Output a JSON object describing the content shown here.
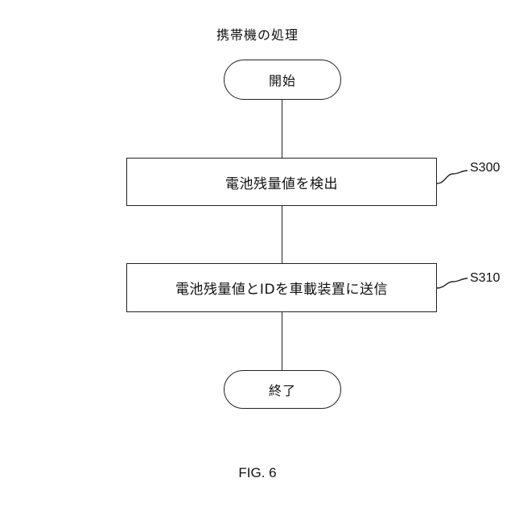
{
  "title": "携帯機の処理",
  "nodes": {
    "start": "開始",
    "step1": "電池残量値を検出",
    "step2": "電池残量値とIDを車載装置に送信",
    "end": "終了"
  },
  "step_labels": {
    "step1": "S300",
    "step2": "S310"
  },
  "figure_label": "FIG. 6"
}
